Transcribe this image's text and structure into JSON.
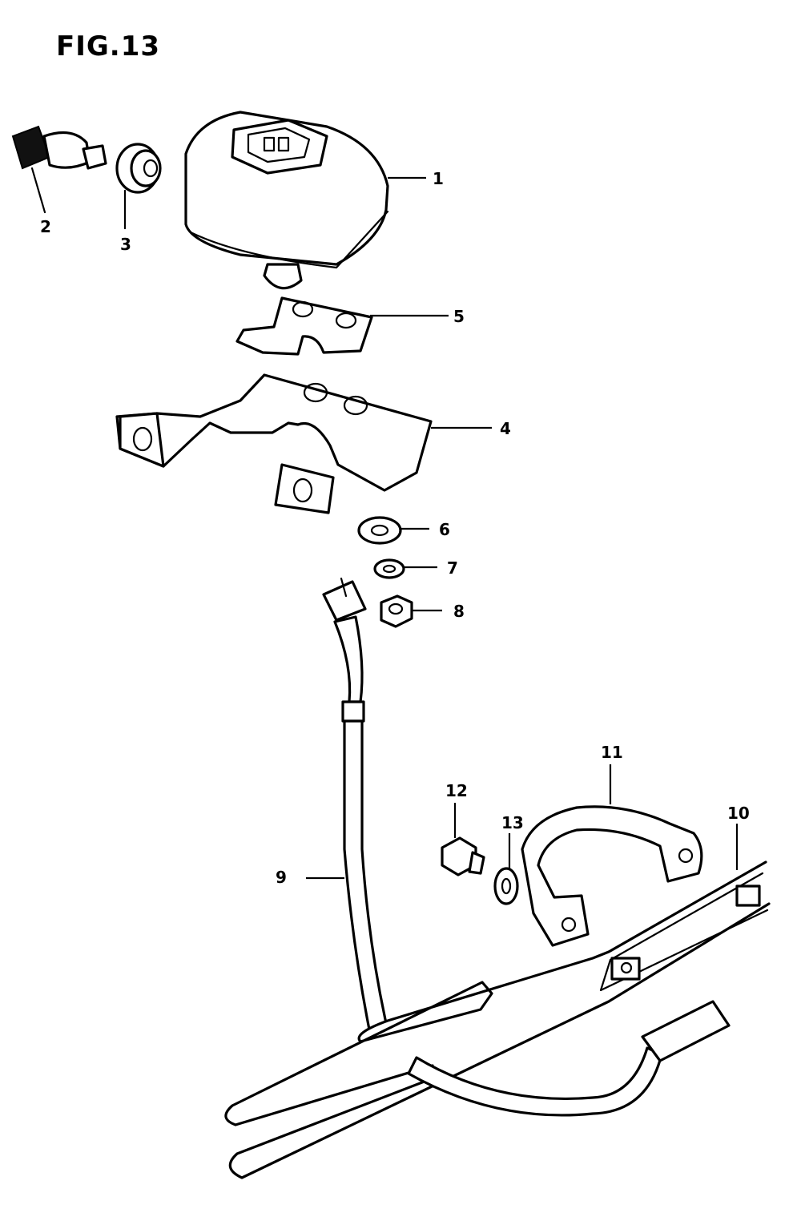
{
  "figure": {
    "title": "FIG.13"
  },
  "callouts": [
    "1",
    "2",
    "3",
    "4",
    "5",
    "6",
    "7",
    "8",
    "9",
    "10",
    "11",
    "12",
    "13"
  ]
}
